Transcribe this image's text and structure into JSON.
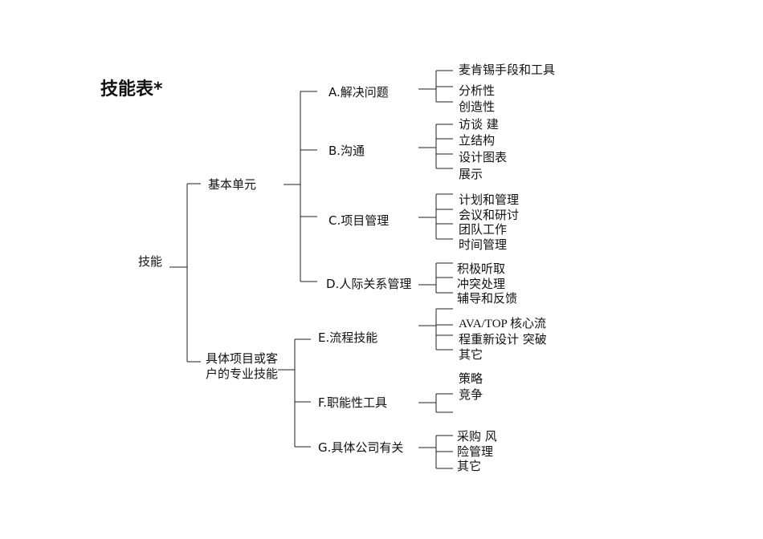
{
  "title": "技能表*",
  "root": "技能",
  "groups": [
    {
      "label": "基本单元",
      "categories": [
        {
          "label": "A.解决问题",
          "items": [
            "麦肯锡手段和工具",
            "分析性",
            "创造性"
          ]
        },
        {
          "label": "B.沟通",
          "items": [
            "访谈 建",
            "立结构",
            "设计图表",
            "展示"
          ]
        },
        {
          "label": "C.项目管理",
          "items": [
            "计划和管理",
            "会议和研讨",
            "团队工作",
            "时间管理"
          ]
        },
        {
          "label": "D.人际关系管理",
          "items": [
            "积极听取",
            "冲突处理",
            "辅导和反馈"
          ]
        }
      ]
    },
    {
      "label": "具体项目或客户的专业技能",
      "categories": [
        {
          "label": "E.流程技能",
          "items": [
            "AVA/TOP 核心流",
            "程重新设计 突破",
            "其它"
          ]
        },
        {
          "label": "F.职能性工具",
          "items": [
            "策略",
            "竞争"
          ]
        },
        {
          "label": "G.具体公司有关",
          "items": [
            "采购 风",
            "险管理",
            "其它"
          ]
        }
      ]
    }
  ]
}
